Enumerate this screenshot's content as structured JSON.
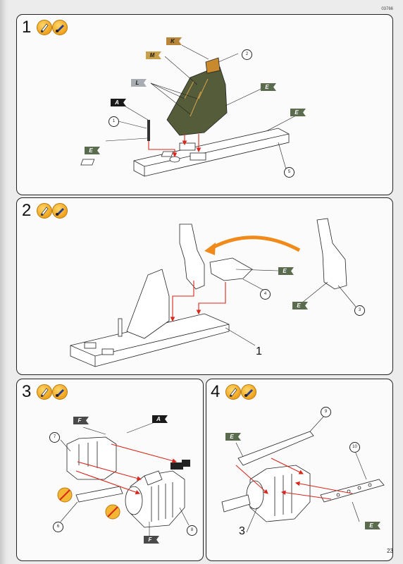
{
  "doc_code": "03766",
  "page_number": "23",
  "icons": [
    "glue-icon",
    "paint-icon"
  ],
  "steps": [
    {
      "number": "1",
      "tags": [
        "K",
        "M",
        "L",
        "A",
        "E",
        "E",
        "E"
      ],
      "callouts": [
        "2",
        "1",
        "5"
      ]
    },
    {
      "number": "2",
      "tags": [
        "E",
        "E"
      ],
      "callouts": [
        "4",
        "3"
      ],
      "big_label": "1"
    },
    {
      "number": "3",
      "tags": [
        "F",
        "A",
        "F"
      ],
      "callouts": [
        "7",
        "6",
        "8"
      ]
    },
    {
      "number": "4",
      "tags": [
        "E",
        "E"
      ],
      "callouts": [
        "9",
        "10"
      ],
      "big_label": "3"
    }
  ],
  "colors": {
    "decal_green": "#5a6b4e",
    "arrow_red": "#d8271d",
    "accent_orange": "#f08a1a",
    "seat_olive": "#545c3a"
  }
}
